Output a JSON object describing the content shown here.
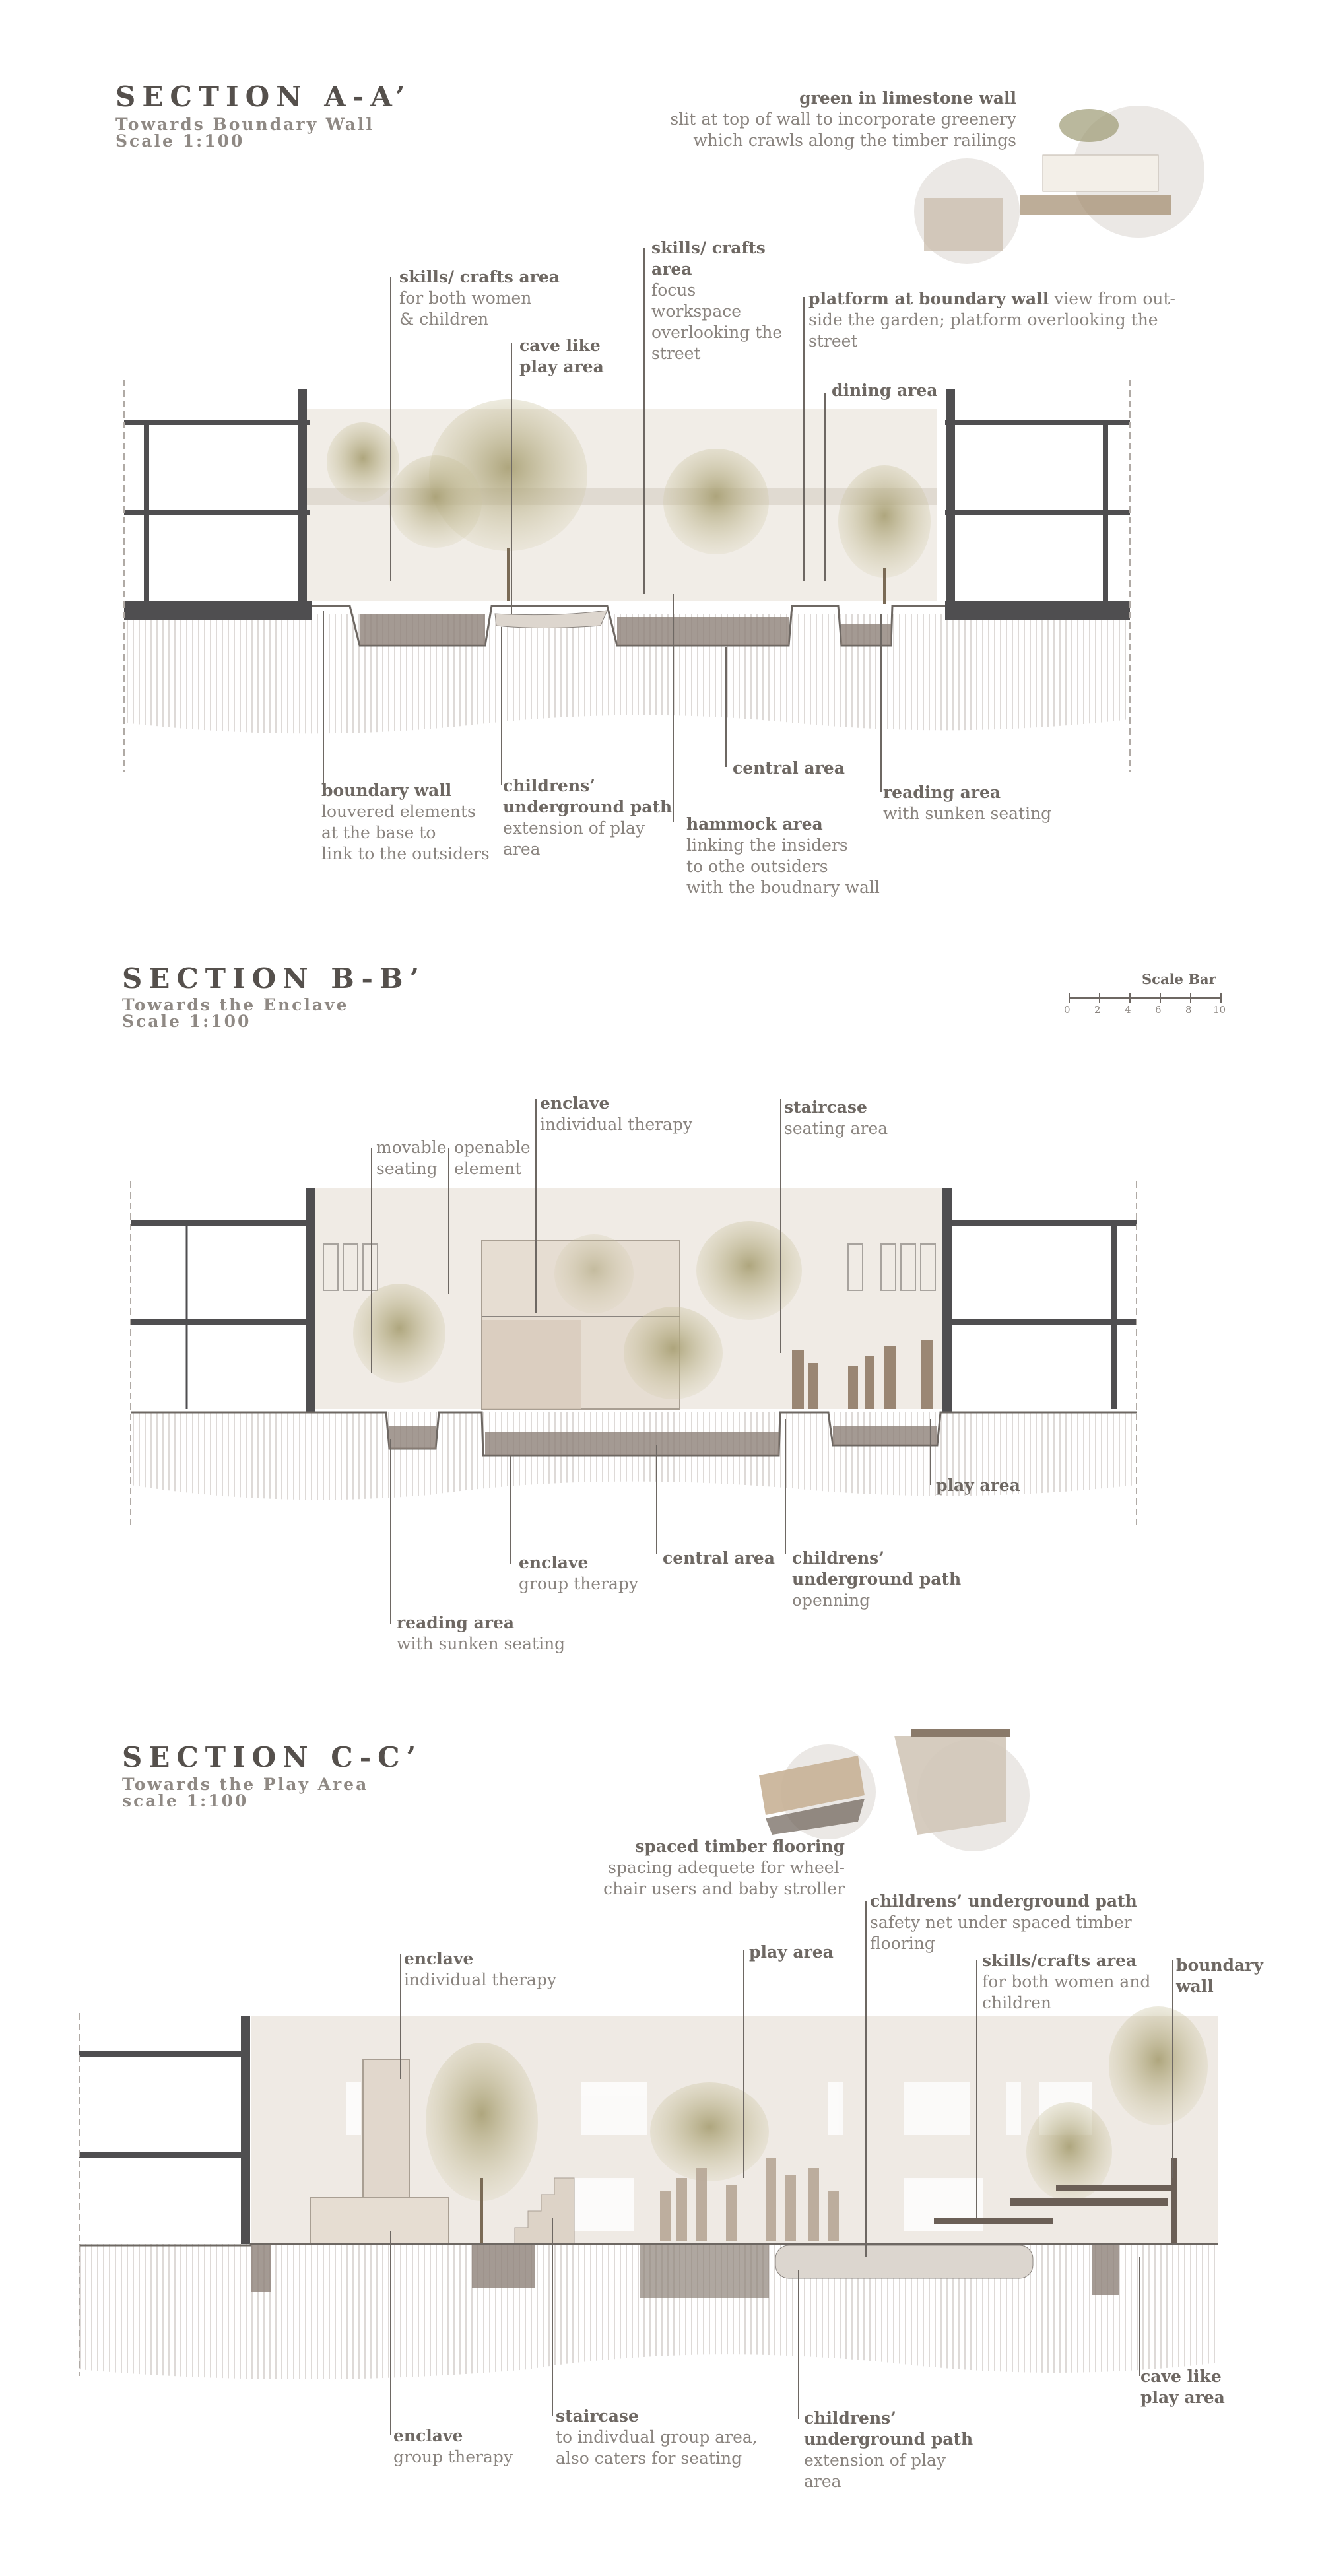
{
  "sections": [
    {
      "title": "SECTION A-A’",
      "subtitle": [
        "Towards Boundary Wall",
        "Scale 1:100"
      ],
      "labels": [
        {
          "head": "skills/ crafts area",
          "lines": [
            "for both women",
            "& children"
          ]
        },
        {
          "head": "cave like play area",
          "lines": []
        },
        {
          "head": "skills/ crafts area",
          "lines": [
            "focus workspace",
            "overlooking the",
            "street"
          ]
        },
        {
          "head": "platform at boundary wall",
          "lines": [
            "view from out-",
            "side the garden; platform overlooking the",
            "street"
          ]
        },
        {
          "head": "dining area",
          "lines": []
        },
        {
          "head": "green in limestone wall",
          "lines": [
            "slit at top of wall to incorporate greenery",
            "which crawls along the timber railings"
          ]
        },
        {
          "head": "boundary wall",
          "lines": [
            "louvered elements",
            "at the base to",
            "link to the outsiders"
          ]
        },
        {
          "head": "childrens’ underground path",
          "lines": [
            "extension of play",
            "area"
          ]
        },
        {
          "head": "central area",
          "lines": []
        },
        {
          "head": "hammock area",
          "lines": [
            "linking the insiders",
            "to othe outsiders",
            "with the boudnary wall"
          ]
        },
        {
          "head": "reading area",
          "lines": [
            "with sunken seating"
          ]
        }
      ]
    },
    {
      "title": "SECTION B-B’",
      "subtitle": [
        "Towards the Enclave",
        "Scale 1:100"
      ],
      "scale_bar": {
        "title": "Scale Bar",
        "ticks": [
          "0",
          "2",
          "4",
          "6",
          "8",
          "10"
        ]
      },
      "labels": [
        {
          "head": "",
          "lines": [
            "movable",
            "seating"
          ]
        },
        {
          "head": "",
          "lines": [
            "openable",
            "element"
          ]
        },
        {
          "head": "enclave",
          "lines": [
            "individual therapy"
          ]
        },
        {
          "head": "staircase",
          "lines": [
            "seating area"
          ]
        },
        {
          "head": "play area",
          "lines": []
        },
        {
          "head": "enclave",
          "lines": [
            "group therapy"
          ]
        },
        {
          "head": "central area",
          "lines": []
        },
        {
          "head": "childrens’ underground path",
          "lines": [
            "openning"
          ]
        },
        {
          "head": "reading area",
          "lines": [
            "with sunken seating"
          ]
        }
      ]
    },
    {
      "title": "SECTION C-C’",
      "subtitle": [
        "Towards the Play Area",
        "scale 1:100"
      ],
      "labels": [
        {
          "head": "spaced timber flooring",
          "lines": [
            "spacing adequete for wheel-",
            "chair users and baby stroller"
          ]
        },
        {
          "head": "childrens’ underground path",
          "lines": [
            "safety net under spaced timber",
            "flooring"
          ]
        },
        {
          "head": "enclave",
          "lines": [
            "individual therapy"
          ]
        },
        {
          "head": "play area",
          "lines": []
        },
        {
          "head": "skills/crafts area",
          "lines": [
            "for both women and",
            "children"
          ]
        },
        {
          "head": "boundary wall",
          "lines": []
        },
        {
          "head": "enclave",
          "lines": [
            "group therapy"
          ]
        },
        {
          "head": "staircase",
          "lines": [
            "to indivdual group area,",
            "also caters for seating"
          ]
        },
        {
          "head": "childrens’ underground path",
          "lines": [
            "extension of play area"
          ]
        },
        {
          "head": "cave like play area",
          "lines": []
        }
      ]
    }
  ],
  "colors": {
    "structure": "#4f4e50",
    "soil": "#8d8178",
    "tree": "#b5aa7a",
    "wall": "#ece6df",
    "hatch": "#cfcac6"
  }
}
